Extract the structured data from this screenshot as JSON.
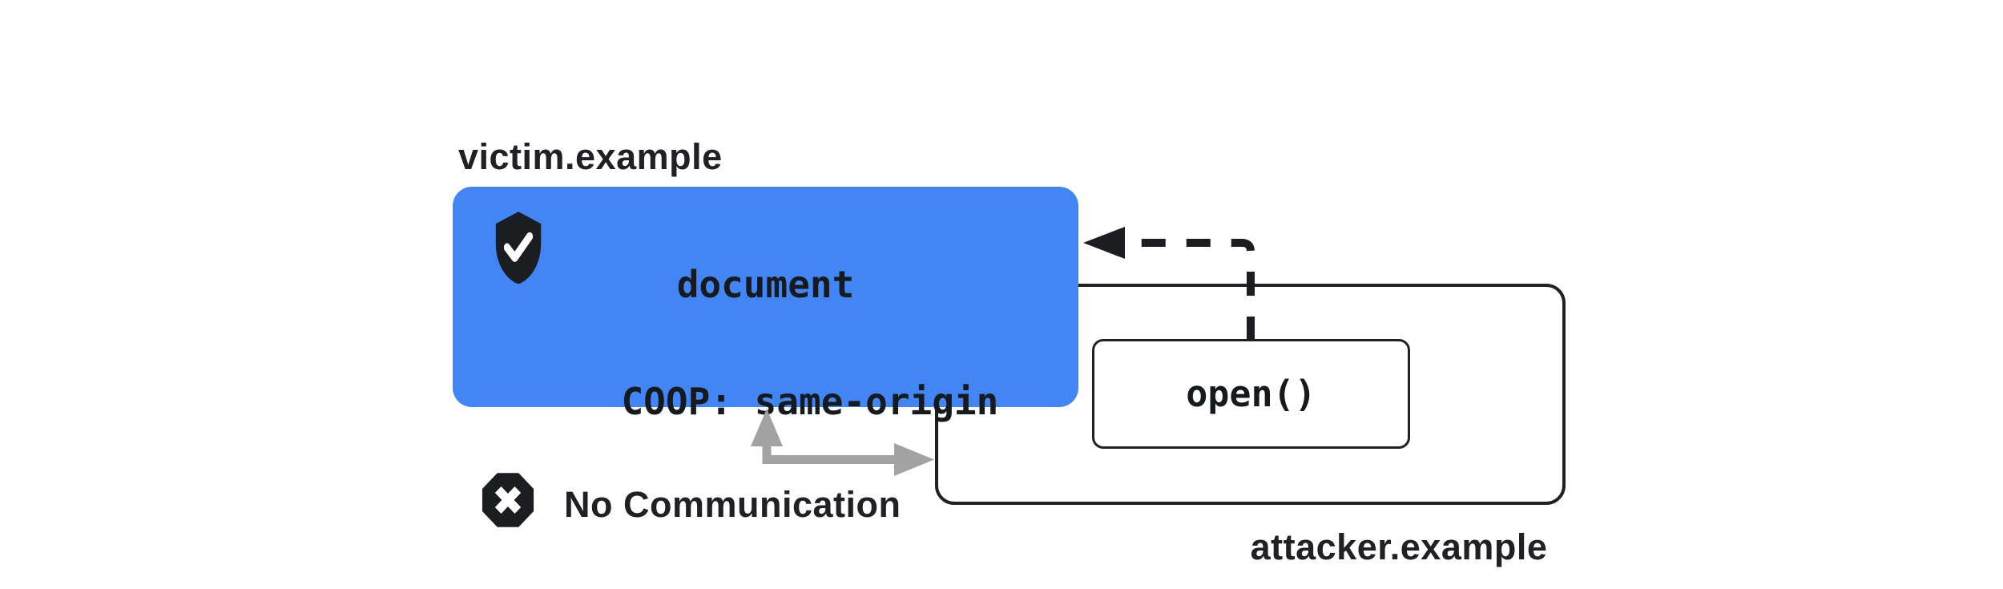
{
  "diagram": {
    "title_semantic": "COOP same-origin blocks communication between victim document and attacker window",
    "victim": {
      "domain_label": "victim.example",
      "box_line1": "document",
      "box_line2": "COOP: same-origin",
      "icon": "shield-check-icon"
    },
    "attacker": {
      "domain_label": "attacker.example",
      "open_call_label": "open()"
    },
    "blocked": {
      "label": "No Communication",
      "icon": "octagon-x-icon"
    },
    "arrows": {
      "open_arrow": "dashed-arrow-from-open-to-victim-document",
      "blocked_arrow": "gray-elbow-arrow-victim-to-attacker"
    }
  },
  "colors": {
    "accent_blue": "#4285F4",
    "ink": "#202124",
    "gray_arrow": "#a2a2a2",
    "background": "#ffffff",
    "icon_fill": "#1b1d20"
  }
}
